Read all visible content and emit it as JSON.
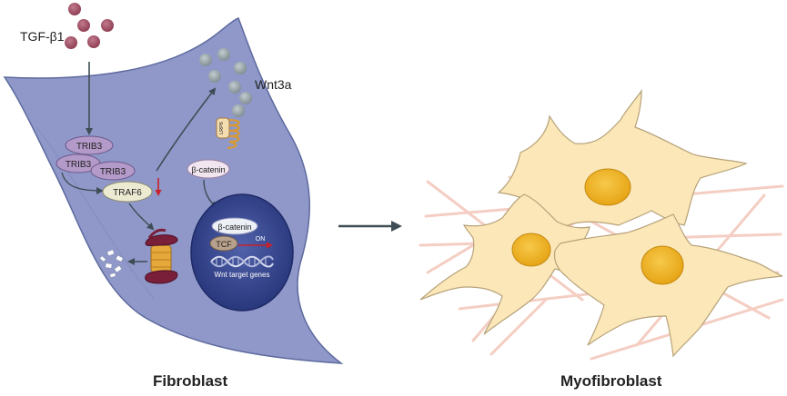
{
  "labels": {
    "tgf": "TGF-β1",
    "wnt3a": "Wnt3a",
    "trib3_a": "TRIB3",
    "trib3_b": "TRIB3",
    "trib3_c": "TRIB3",
    "traf6": "TRAF6",
    "lrp6": "LRP6",
    "bcat_cyto": "β-catenin",
    "bcat_nuc": "β-catenin",
    "tcf": "TCF",
    "on": "ON",
    "wnt_genes": "Wnt target genes"
  },
  "captions": {
    "left": "Fibroblast",
    "right": "Myofibroblast"
  },
  "colors": {
    "tgf_ligand": "#9c4a5e",
    "wnt_ligand": "#8a969a",
    "cell_fill": "#8f98c8",
    "nucleus_fill": "#2e3f8c",
    "trib3_fill": "#b49ac8",
    "receptor": "#d89a30",
    "myofibroblast_fill": "#fbe7b8",
    "myofibroblast_nucleus": "#f2b51c",
    "red_arrow": "#c8202a"
  }
}
